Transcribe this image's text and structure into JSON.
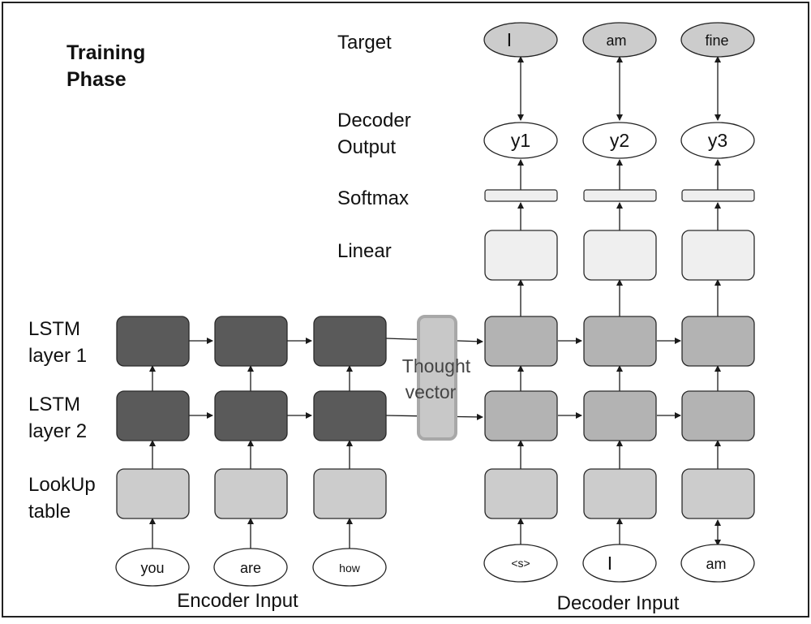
{
  "title": {
    "line1": "Training",
    "line2": "Phase"
  },
  "row_labels": {
    "target": "Target",
    "decoder_output": {
      "line1": "Decoder",
      "line2": "Output"
    },
    "softmax": "Softmax",
    "linear": "Linear",
    "lstm1": {
      "line1": "LSTM",
      "line2": "layer 1"
    },
    "lstm2": {
      "line1": "LSTM",
      "line2": "layer 2"
    },
    "lookup": {
      "line1": "LookUp",
      "line2": "table"
    }
  },
  "encoder": {
    "label": "Encoder Input",
    "inputs": [
      "you",
      "are",
      "how"
    ]
  },
  "decoder": {
    "label": "Decoder Input",
    "inputs": [
      "<s>",
      "I",
      "am"
    ],
    "outputs": [
      "y1",
      "y2",
      "y3"
    ],
    "targets": [
      "I",
      "am",
      "fine"
    ]
  },
  "thought_vector": {
    "line1": "Thought",
    "line2": "vector"
  },
  "colors": {
    "encoder_lstm": "#5a5a5a",
    "decoder_lstm": "#b3b3b3",
    "lookup": "#cccccc",
    "linear": "#efefef",
    "softmax": "#efefef",
    "target": "#cccccc",
    "output": "#ffffff",
    "thought_vector": "#c8c8c8"
  }
}
